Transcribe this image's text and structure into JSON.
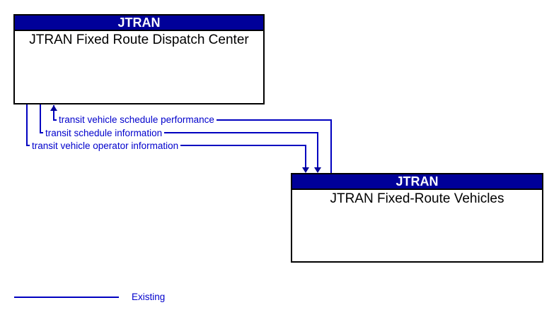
{
  "colors": {
    "header_bg": "#000099",
    "box_border": "#000000",
    "line": "#0000C0",
    "flow_text": "#0000CC",
    "arrow": "#000099",
    "title_text": "#000000"
  },
  "boxes": [
    {
      "header": "JTRAN",
      "title": "JTRAN Fixed Route Dispatch Center"
    },
    {
      "header": "JTRAN",
      "title": "JTRAN Fixed-Route Vehicles"
    }
  ],
  "flows": [
    {
      "label": "transit vehicle schedule performance",
      "direction": "vehicles-to-dispatch-center"
    },
    {
      "label": "transit schedule information",
      "direction": "dispatch-center-to-vehicles"
    },
    {
      "label": "transit vehicle operator information",
      "direction": "dispatch-center-to-vehicles"
    }
  ],
  "legend": {
    "label": "Existing"
  }
}
